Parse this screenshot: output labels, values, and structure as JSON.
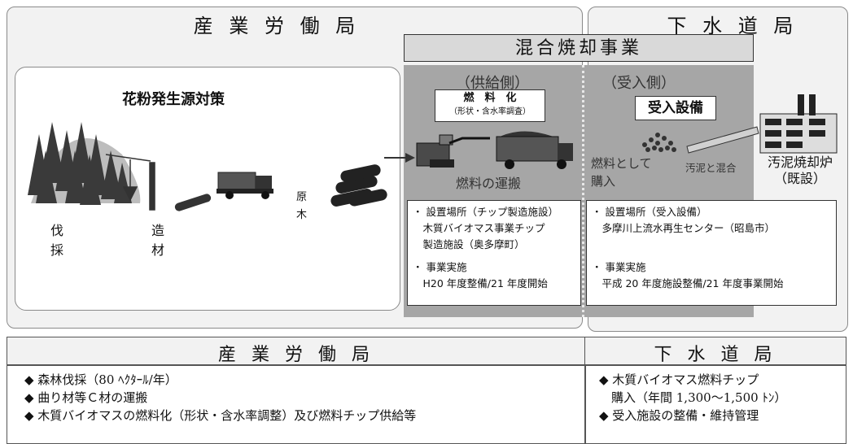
{
  "top": {
    "left_header": "産 業 労 働 局",
    "right_header": "下 水 道 局",
    "project_title": "混合焼却事業",
    "pollen_title": "花粉発生源対策",
    "logging_label": [
      "伐",
      "採"
    ],
    "making_label": [
      "造",
      "材"
    ],
    "log_label": [
      "原",
      "木"
    ],
    "supply_side": "（供給側）",
    "receive_side": "（受入側）",
    "fuel_box_title": "燃　料　化",
    "fuel_box_sub": "（形状・含水率調査）",
    "transport_label": "燃料の運搬",
    "receive_facility": "受入設備",
    "buy_label": [
      "燃料として",
      "購入"
    ],
    "mix_label": "汚泥と混合",
    "incinerator_label": [
      "汚泥焼却炉",
      "（既設）"
    ],
    "left_info": [
      "・ 設置場所（チップ製造施設）",
      "　木質バイオマス事業チップ",
      "　製造施設（奥多摩町）",
      "・ 事業実施",
      "　H20 年度整備/21 年度開始"
    ],
    "right_info": [
      "・ 設置場所（受入設備）",
      "　多摩川上流水再生センター（昭島市）",
      "・ 事業実施",
      "　平成 20 年度施設整備/21 年度事業開始"
    ]
  },
  "bottom": {
    "left_header": "産 業 労 働 局",
    "right_header": "下 水 道 局",
    "left_items": [
      "◆ 森林伐採（80 ﾍｸﾀｰﾙ/年）",
      "◆ 曲り材等Ｃ材の運搬",
      "◆ 木質バイオマスの燃料化（形状・含水率調整）及び燃料チップ供給等"
    ],
    "right_items": [
      "◆ 木質バイオマス燃料チップ",
      "　購入（年間 1,300〜1,500 ﾄﾝ）",
      "◆ 受入施設の整備・維持管理"
    ]
  }
}
